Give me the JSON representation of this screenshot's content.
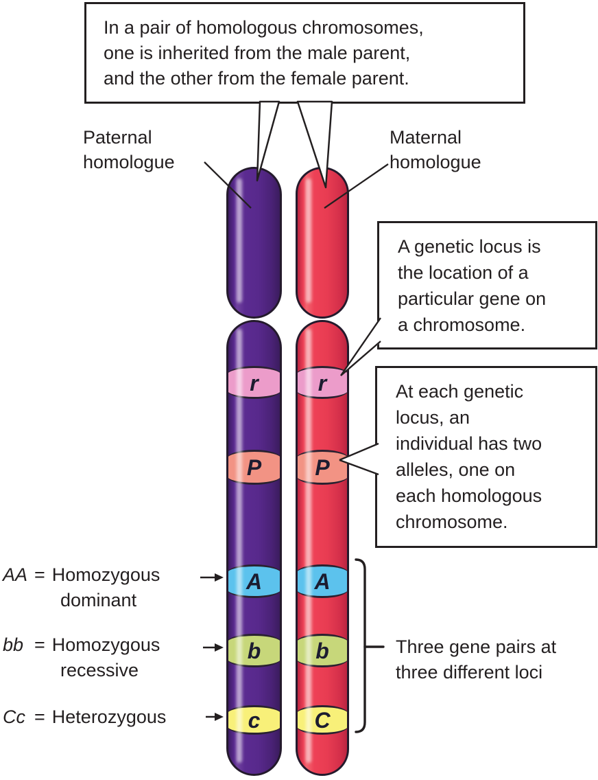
{
  "diagram": {
    "title_semantic": "Homologous chromosomes and genetic loci",
    "top_callout": {
      "lines": [
        "In a pair of homologous chromosomes,",
        "one is inherited from the male parent,",
        "and the other from the female parent."
      ]
    },
    "locus_callout": {
      "lines": [
        "A genetic locus is",
        "the location of a",
        "particular gene on",
        "a chromosome."
      ]
    },
    "alleles_callout": {
      "lines": [
        "At each genetic",
        "locus, an",
        "individual has two",
        "alleles, one on",
        "each homologous",
        "chromosome."
      ]
    },
    "paternal_label": {
      "line1": "Paternal",
      "line2": "homologue"
    },
    "maternal_label": {
      "line1": "Maternal",
      "line2": "homologue"
    },
    "bracket_label": {
      "line1": "Three gene pairs at",
      "line2": "three different loci"
    },
    "legend": [
      {
        "genotype": "AA",
        "separator": "=",
        "term": "Homozygous",
        "qualifier": "dominant"
      },
      {
        "genotype": "bb",
        "separator": "=",
        "term": "Homozygous",
        "qualifier": "recessive"
      },
      {
        "genotype": "Cc",
        "separator": "=",
        "term": "Heterozygous",
        "qualifier": ""
      }
    ],
    "chromosomes": {
      "paternal": {
        "name": "Paternal homologue",
        "body_color": "#5b2b91",
        "alleles": [
          "r",
          "P",
          "A",
          "b",
          "c"
        ]
      },
      "maternal": {
        "name": "Maternal homologue",
        "body_color": "#ee4156",
        "alleles": [
          "r",
          "P",
          "A",
          "b",
          "C"
        ]
      }
    },
    "band_colors": {
      "r": "#ec9cca",
      "P": "#f29384",
      "A": "#5cc2ed",
      "b": "#c7d77a",
      "c": "#f8f079"
    },
    "outline_color": "#231f20"
  }
}
